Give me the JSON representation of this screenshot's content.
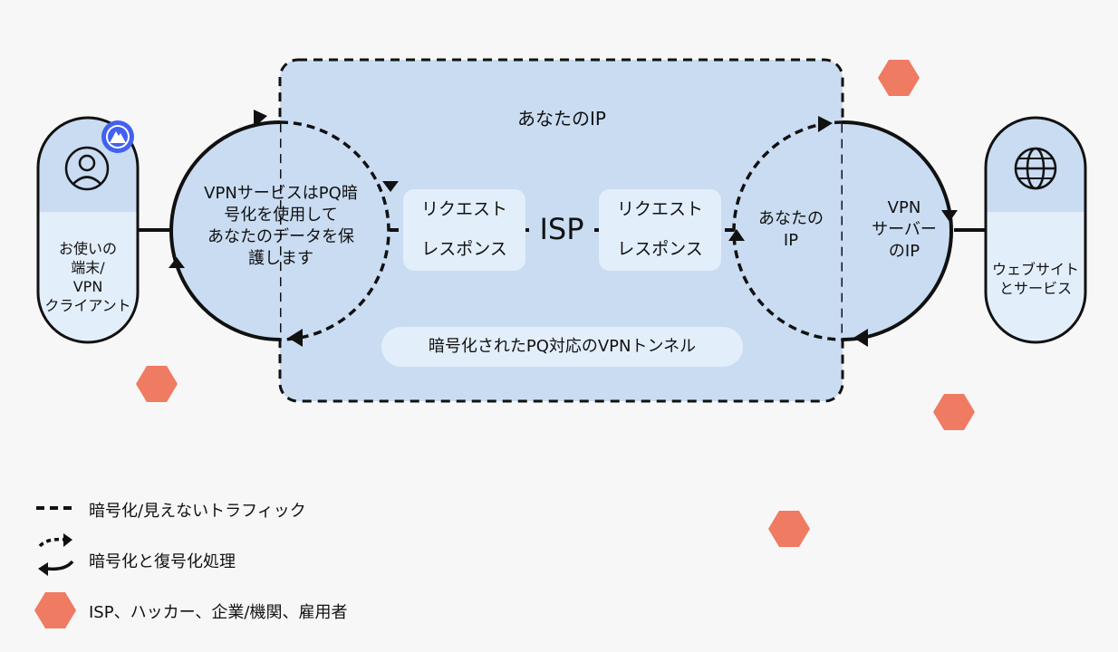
{
  "colors": {
    "background": "#f7f7f7",
    "tunnel_fill": "#c9dcf2",
    "pill_fill": "#e3eefb",
    "device_top": "#c9dcf2",
    "device_bottom": "#e3eefb",
    "hexagon": "#ef7b63",
    "nordvpn_badge": "#4161ee",
    "line": "#111111"
  },
  "device": {
    "icon": "user-icon",
    "badge_icon": "nordvpn-mountain-icon",
    "label": "お使いの\n端末/\nVPN\nクライアント"
  },
  "website": {
    "icon": "globe-icon",
    "label": "ウェブサイト\nとサービス"
  },
  "tunnel": {
    "title": "あなたのIP",
    "left_circle_text": "VPNサービスはPQ暗\n号化を使用して\nあなたのデータを保\n護します",
    "right_circle_text": "あなたの\nIP",
    "server_text": "VPN\nサーバー\nのIP",
    "isp_label": "ISP",
    "left_pill": {
      "top": "リクエスト",
      "bottom": "レスポンス"
    },
    "right_pill": {
      "top": "リクエスト",
      "bottom": "レスポンス"
    },
    "bottom_pill": "暗号化されたPQ対応のVPNトンネル"
  },
  "legend": [
    {
      "icon": "dashed-line-icon",
      "label": "暗号化/見えないトラフィック"
    },
    {
      "icon": "cycle-arrows-icon",
      "label": "暗号化と復号化処理"
    },
    {
      "icon": "hexagon-icon",
      "label": "ISP、ハッカー、企業/機関、雇用者"
    }
  ]
}
